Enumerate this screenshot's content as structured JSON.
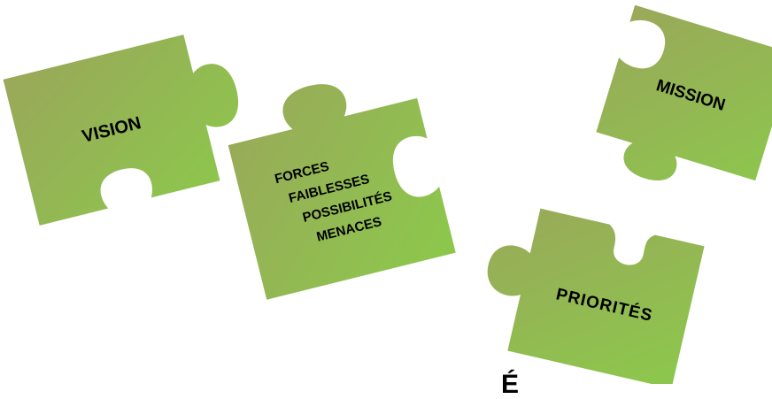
{
  "colors": {
    "piece_dark": "#9aa85a",
    "piece_light": "#8cc84c",
    "text": "#000000",
    "background": "#ffffff"
  },
  "pieces": {
    "vision": {
      "label": "VISION"
    },
    "swot": {
      "lines": [
        "FORCES",
        "FAIBLESSES",
        "POSSIBILITÉS",
        "MENACES"
      ]
    },
    "mission": {
      "label": "MISSION"
    },
    "priorites": {
      "label": "PRIORITÉS"
    }
  },
  "footer_fragment": "É"
}
